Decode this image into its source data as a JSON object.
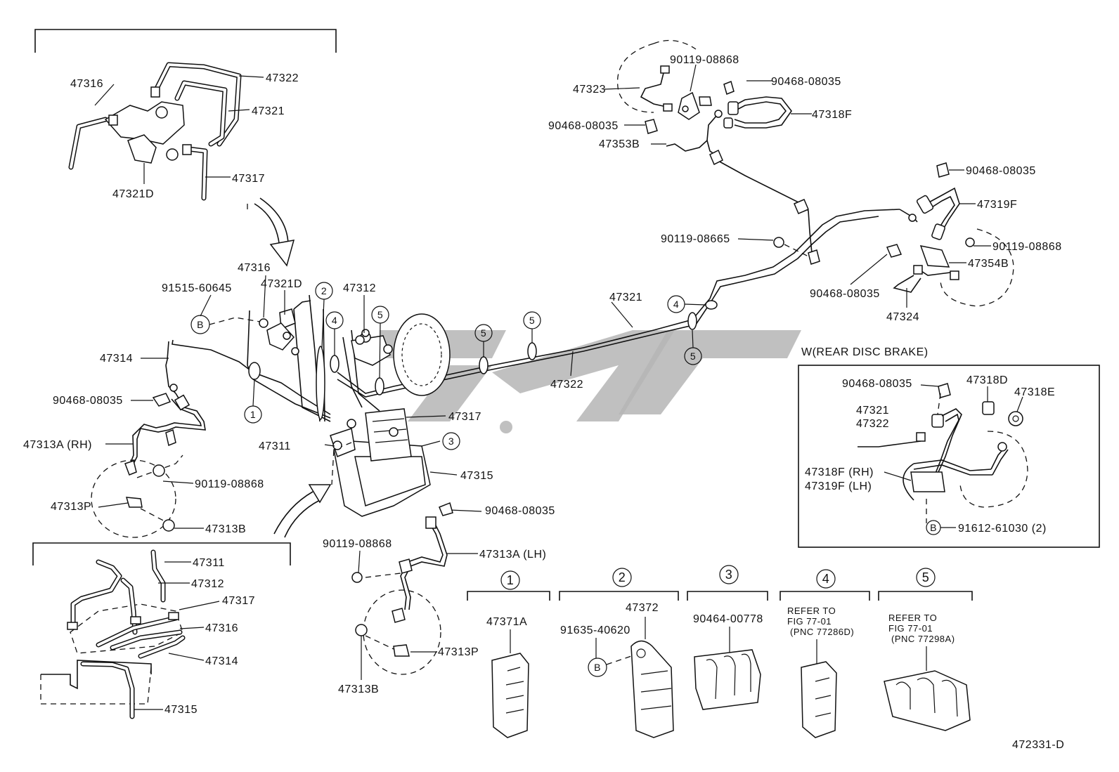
{
  "labels": {
    "top_inset": {
      "p47316": "47316",
      "p47322": "47322",
      "p47321": "47321",
      "p47317": "47317",
      "p47321D": "47321D"
    },
    "main": {
      "p47316": "47316",
      "p91515": "91515-60645",
      "p47321D": "47321D",
      "p47312": "47312",
      "p47314": "47314",
      "p90468a": "90468-08035",
      "p47313A_rh": "47313A (RH)",
      "p90119a": "90119-08868",
      "p47313P": "47313P",
      "p47313B": "47313B",
      "p47317": "47317",
      "p47311": "47311",
      "p47315": "47315",
      "p90468b": "90468-08035",
      "p90119b": "90119-08868",
      "p47313A_lh": "47313A (LH)",
      "p47313P2": "47313P",
      "p47313B2": "47313B",
      "p47321": "47321",
      "p47322": "47322"
    },
    "rear": {
      "p90119c": "90119-08868",
      "p90468c": "90468-08035",
      "p47323": "47323",
      "p47318F": "47318F",
      "p90468d": "90468-08035",
      "p47353B": "47353B",
      "p90468e": "90468-08035",
      "p47319F": "47319F",
      "p90119d": "90119-08665",
      "p90119e": "90119-08868",
      "p47354B": "47354B",
      "p90468f": "90468-08035",
      "p47324": "47324"
    },
    "disc_box": {
      "title": "W(REAR DISC BRAKE)",
      "p90468": "90468-08035",
      "p47318D": "47318D",
      "p47318E": "47318E",
      "p47321": "47321",
      "p47322": "47322",
      "p47318F": "47318F (RH)",
      "p47319F": "47319F (LH)",
      "p91612": "91612-61030 (2)",
      "b": "B"
    },
    "bottom_inset": {
      "p47311": "47311",
      "p47312": "47312",
      "p47317": "47317",
      "p47316": "47316",
      "p47314": "47314",
      "p47315": "47315"
    },
    "clamps": {
      "c1_num": "1",
      "c1_part": "47371A",
      "c2_num": "2",
      "c2_part": "47372",
      "c2_bolt": "91635-40620",
      "c2_b": "B",
      "c3_num": "3",
      "c3_part": "90464-00778",
      "c4_num": "4",
      "c4_ref1": "REFER TO",
      "c4_ref2": "FIG 77-01",
      "c4_ref3": "(PNC 77286D)",
      "c5_num": "5",
      "c5_ref1": "REFER TO",
      "c5_ref2": "FIG 77-01",
      "c5_ref3": "(PNC 77298A)"
    },
    "callouts": {
      "b": "B",
      "n1": "1",
      "n2": "2",
      "n3": "3",
      "n4": "4",
      "n5": "5"
    },
    "figure_id": "472331-D"
  }
}
